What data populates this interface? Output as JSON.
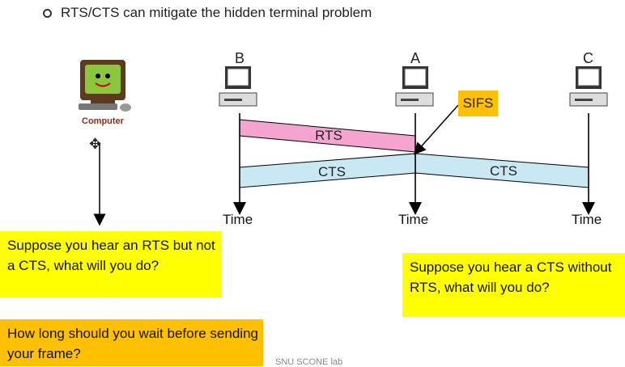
{
  "slide": {
    "bullet": "RTS/CTS can mitigate the hidden terminal problem",
    "footer": "SNU SCONE lab"
  },
  "diagram": {
    "nodes": [
      "B",
      "A",
      "C"
    ],
    "rts_label": "RTS",
    "cts_label_left": "CTS",
    "cts_label_right": "CTS",
    "sifs_label": "SIFS",
    "time_label": "Time",
    "computer_logo_text": "Computer"
  },
  "notes": {
    "rts_no_cts": "Suppose you hear an RTS but not a CTS, what will you do?",
    "cts_no_rts": "Suppose you hear a CTS without RTS, what will you do?",
    "wait_time": "How long should you wait before sending your frame?"
  },
  "colors": {
    "rts_band": "#f5a3cf",
    "cts_band": "#c9e8f3",
    "note_yellow": "#ffff00",
    "note_orange": "#ffc000"
  }
}
